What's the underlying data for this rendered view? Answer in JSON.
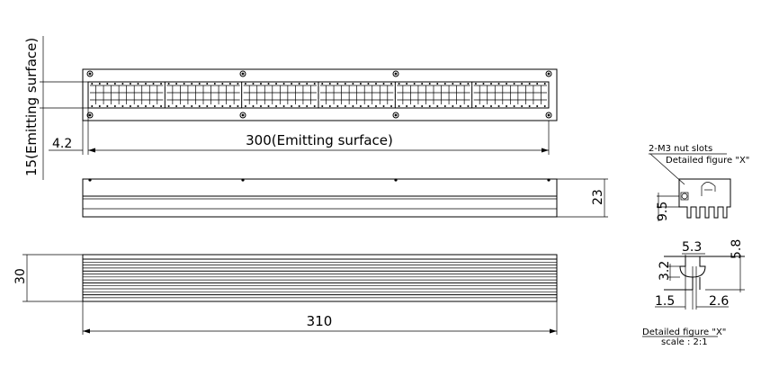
{
  "drawing": {
    "dim_emitting_height": "15(Emitting surface)",
    "dim_offset": "4.2",
    "dim_emitting_width": "300(Emitting surface)",
    "dim_side_height": "23",
    "dim_end_height": "30",
    "dim_total_length": "310",
    "detail_callout_1": "2-M3 nut slots",
    "detail_callout_2": "Detailed figure \"X\"",
    "dim_slot_height": "9.5",
    "dim_53": "5.3",
    "dim_58": "5.8",
    "dim_32": "3.2",
    "dim_15": "1.5",
    "dim_26": "2.6",
    "detail_caption": "Detailed figure \"X\"",
    "detail_scale": "scale : 2:1"
  }
}
